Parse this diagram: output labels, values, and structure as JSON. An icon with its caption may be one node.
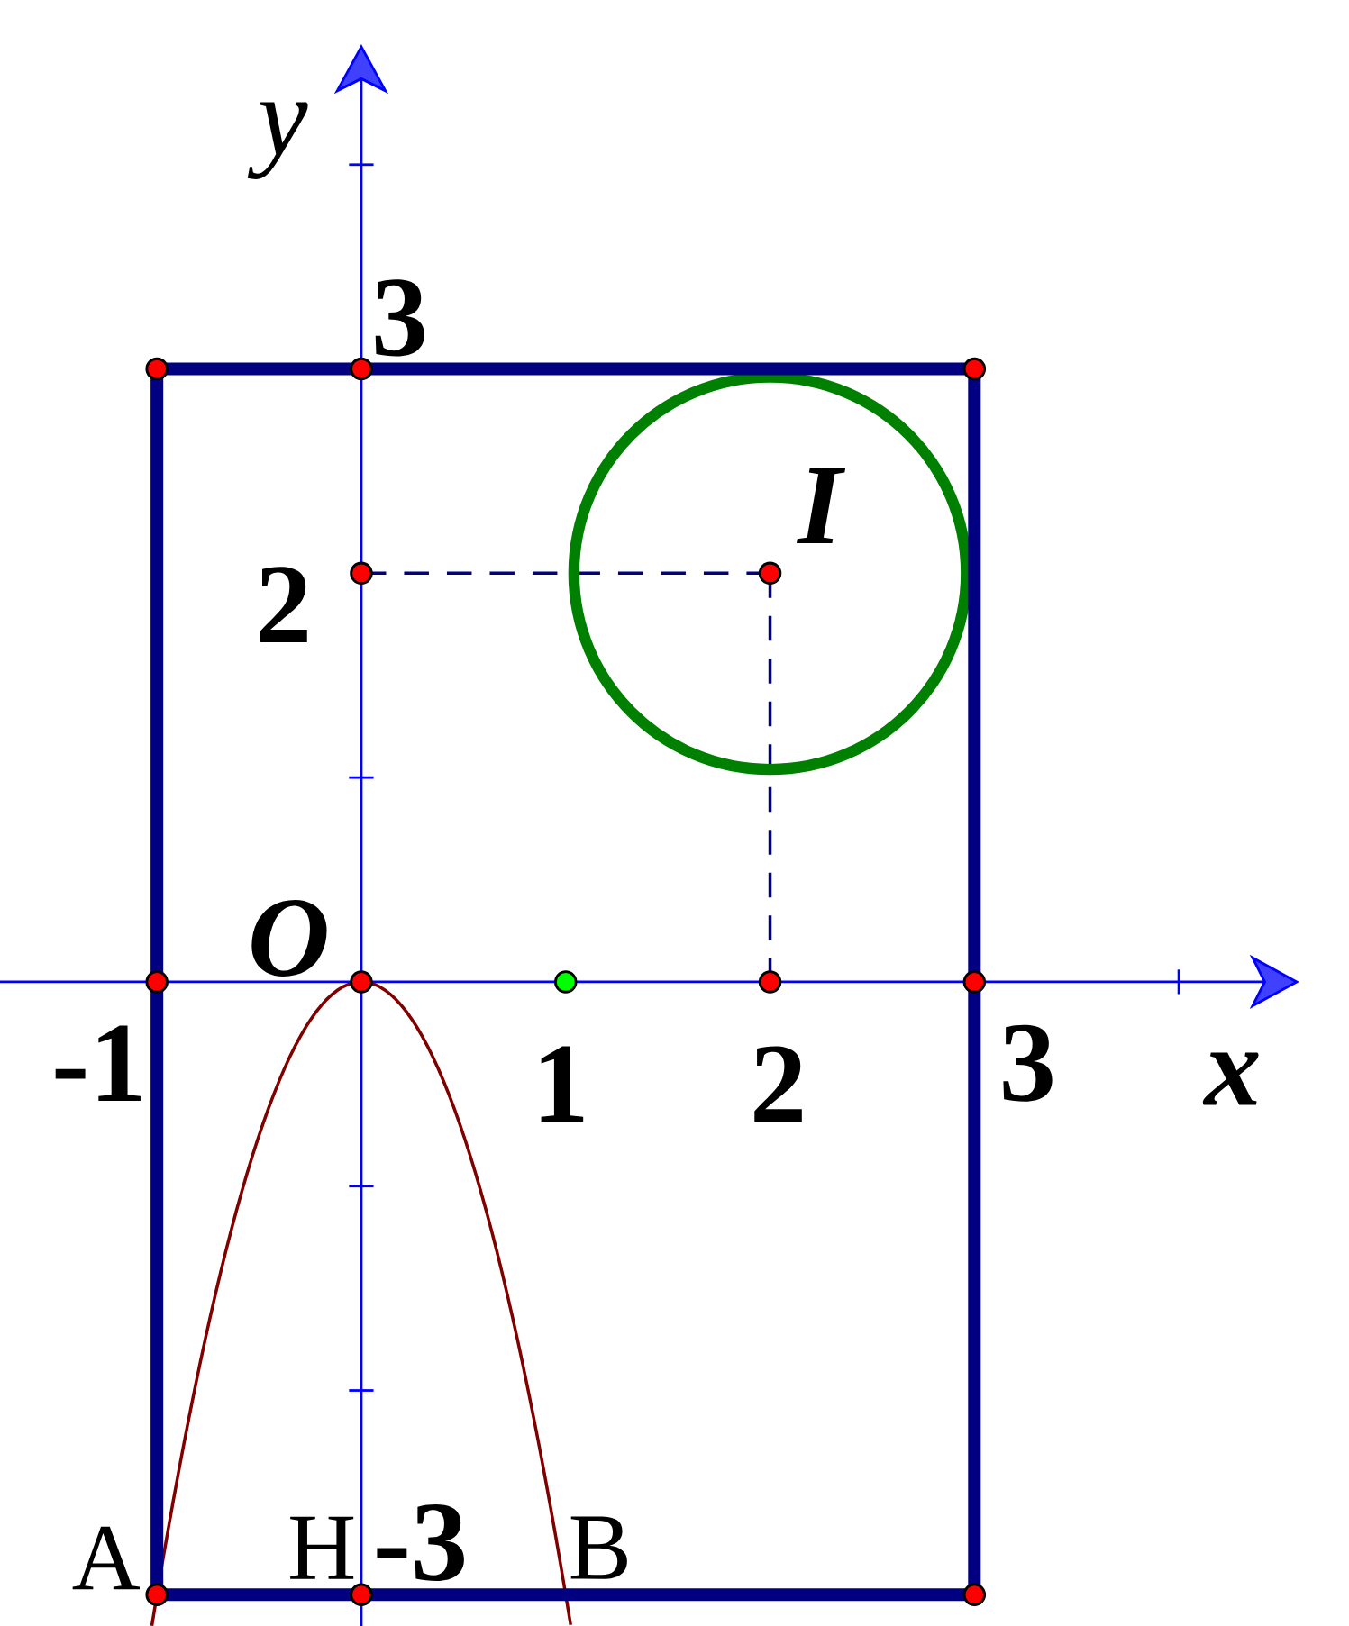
{
  "diagram": {
    "labels": [
      "y",
      "3",
      "2",
      "I",
      "O",
      "-1",
      "1",
      "2",
      "3",
      "x",
      "A",
      "H",
      "-3",
      "B"
    ]
  }
}
